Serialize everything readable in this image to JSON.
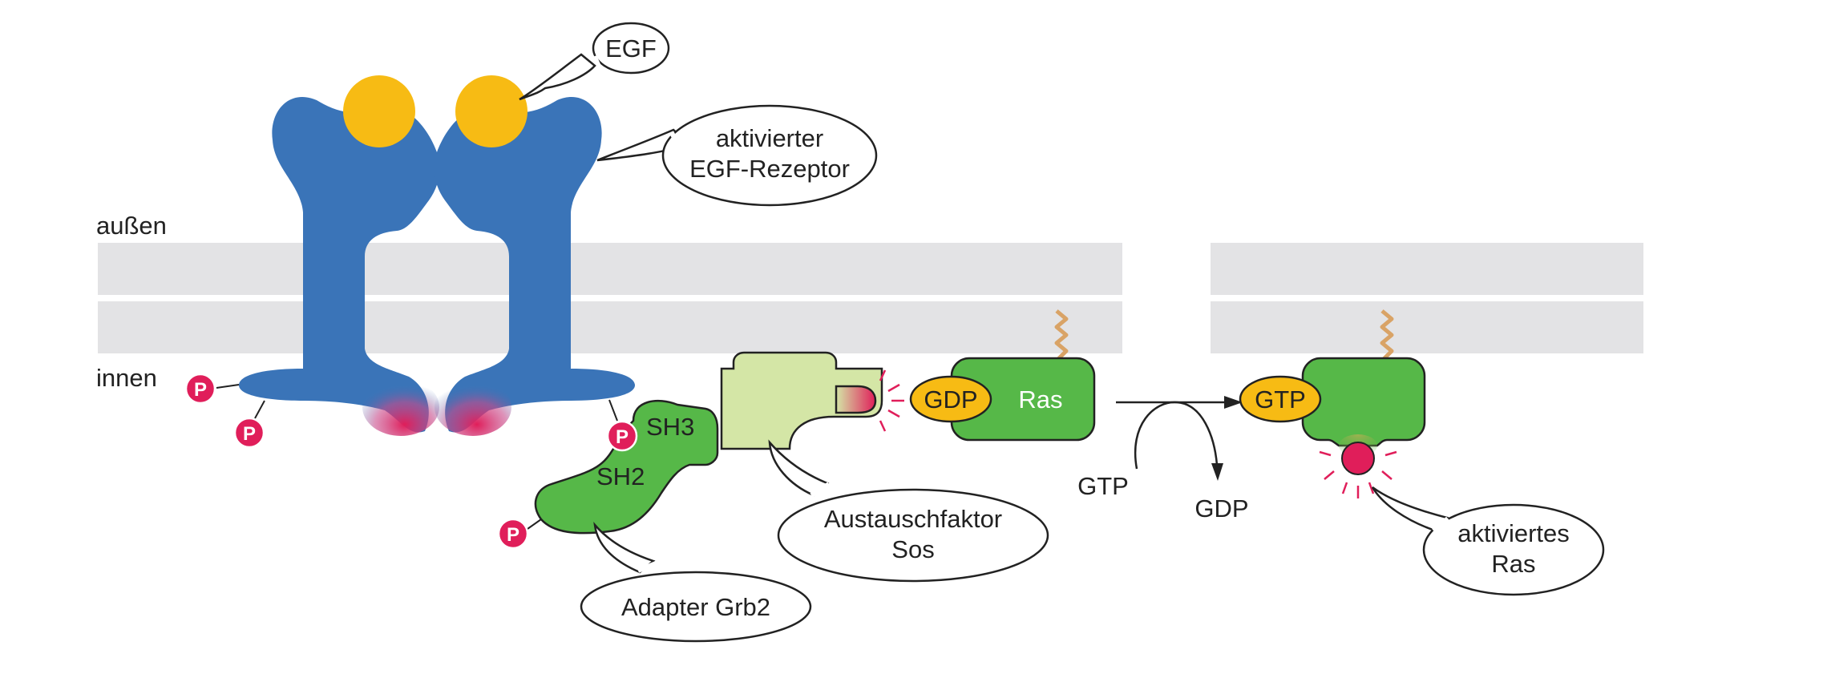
{
  "labels": {
    "outside": "außen",
    "inside": "innen",
    "egf": "EGF",
    "receptor_line1": "aktivierter",
    "receptor_line2": "EGF-Rezeptor",
    "phospho": "P",
    "sh3": "SH3",
    "sh2": "SH2",
    "adapter": "Adapter Grb2",
    "sos_line1": "Austauschfaktor",
    "sos_line2": "Sos",
    "gdp": "GDP",
    "ras": "Ras",
    "gtp": "GTP",
    "gtp_in": "GTP",
    "gdp_out": "GDP",
    "active_ras_line1": "aktiviertes",
    "active_ras_line2": "Ras"
  },
  "colors": {
    "receptor": "#3a74b8",
    "egf_ligand": "#f7bb14",
    "membrane": "#e3e3e5",
    "grb2_ras": "#56b848",
    "sos": "#d4e6a6",
    "phosphate": "#e01e5a",
    "lipid_anchor": "#d9a366"
  }
}
